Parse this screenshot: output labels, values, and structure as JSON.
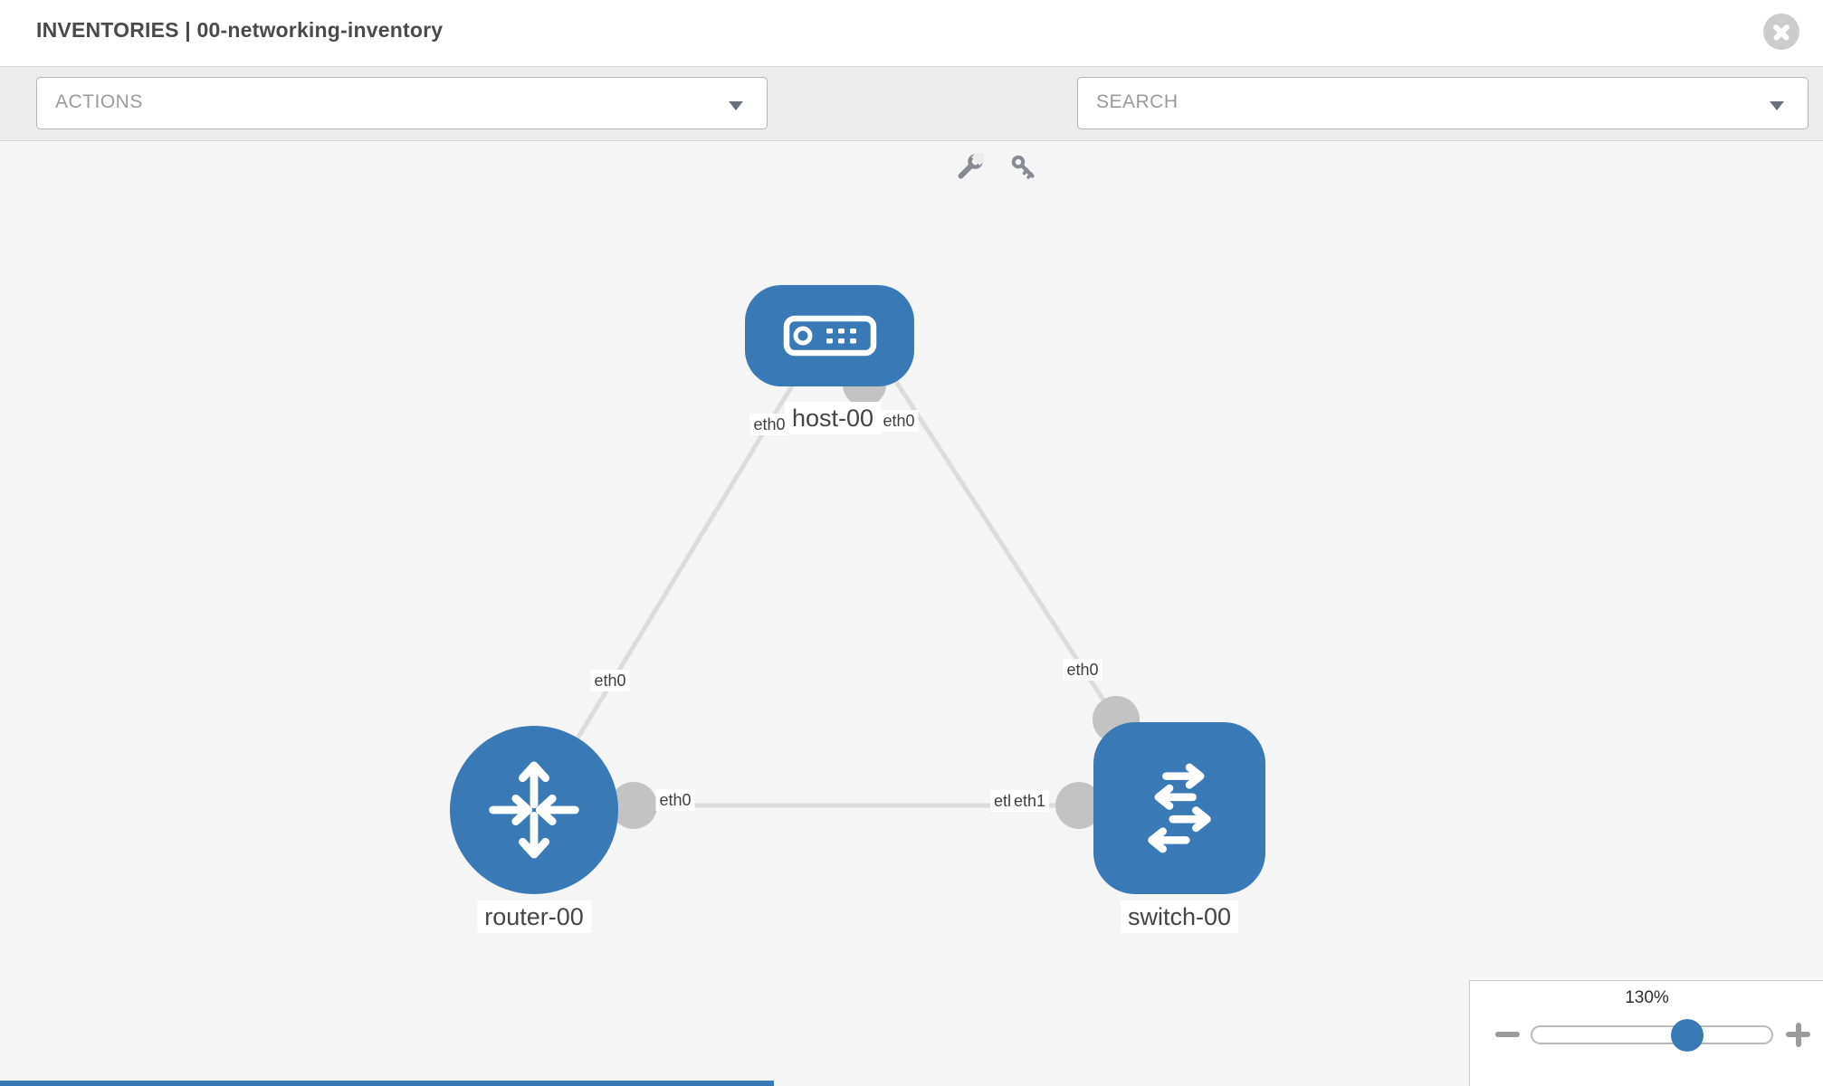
{
  "header": {
    "title": "INVENTORIES | 00-networking-inventory",
    "close_icon": "close-icon"
  },
  "toolbar": {
    "actions_label": "ACTIONS",
    "search_label": "SEARCH",
    "icons": [
      "wrench-icon",
      "key-icon",
      "dropdown-caret-icon"
    ]
  },
  "topology": {
    "nodes": [
      {
        "id": "host-00",
        "type": "host",
        "label": "host-00",
        "icon": "host-icon"
      },
      {
        "id": "router-00",
        "type": "router",
        "label": "router-00",
        "icon": "router-icon"
      },
      {
        "id": "switch-00",
        "type": "switch",
        "label": "switch-00",
        "icon": "switch-icon"
      }
    ],
    "links": [
      {
        "source": "host-00",
        "source_interface": "eth0",
        "target": "router-00",
        "target_interface": "eth0"
      },
      {
        "source": "host-00",
        "source_interface": "eth0",
        "target": "switch-00",
        "target_interface": "eth0"
      },
      {
        "source": "router-00",
        "source_interface": "eth0",
        "target": "switch-00",
        "target_interface": "eth1"
      }
    ],
    "interface_labels": [
      {
        "text": "eth0",
        "position": "host-left"
      },
      {
        "text": "eth0",
        "position": "host-right"
      },
      {
        "text": "eth0",
        "position": "host-router-link"
      },
      {
        "text": "eth0",
        "position": "router-right"
      },
      {
        "text": "eth0",
        "position": "switch-top"
      },
      {
        "text": "eth0",
        "position": "router-switch-link-under"
      },
      {
        "text": "eth1",
        "position": "router-switch-link-over"
      }
    ]
  },
  "zoom_control": {
    "value": "130%",
    "minus_icon": "zoom-out-icon",
    "plus_icon": "zoom-in-icon",
    "handle_percent": 64.5
  },
  "colors": {
    "node_blue": "#3879b6",
    "link_gray": "#dcdcdc",
    "connector_gray": "#c3c3c3",
    "toolbar_gray": "#ececec",
    "canvas_gray": "#f5f5f6"
  }
}
